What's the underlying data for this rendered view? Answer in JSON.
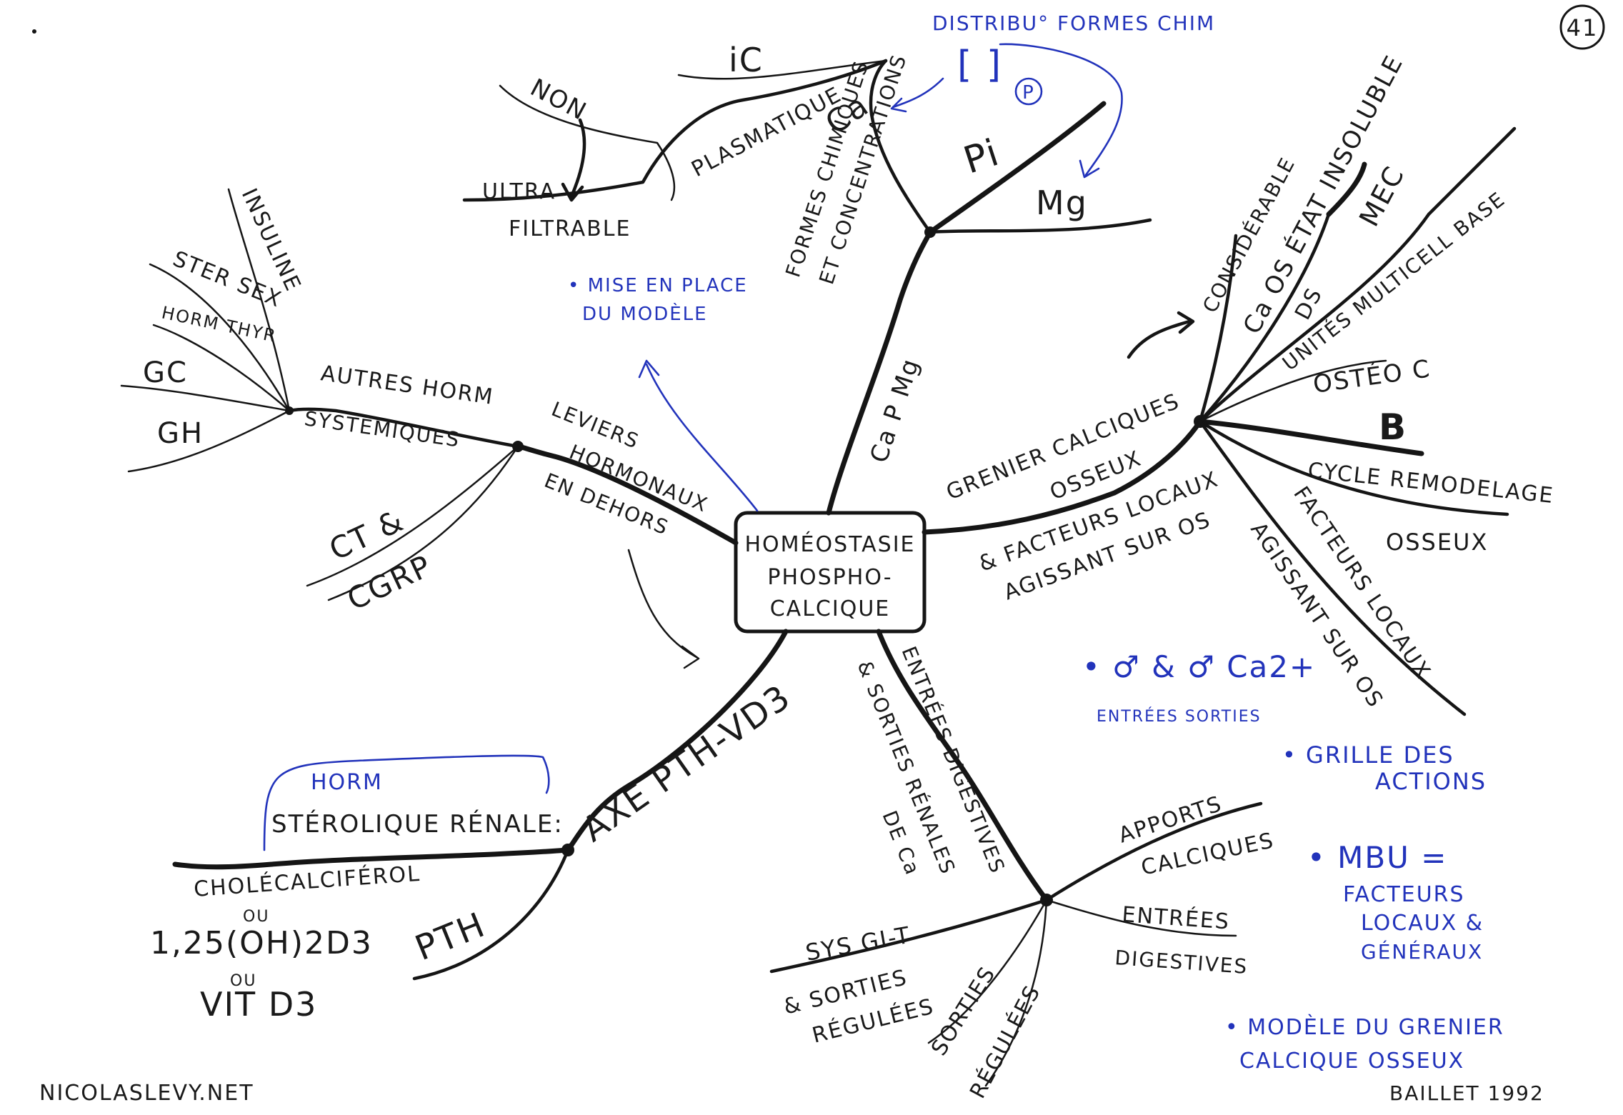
{
  "page_number": "41",
  "center": {
    "lines": [
      "HOMÉOSTASIE",
      "PHOSPHO-",
      "CALCIQUE"
    ]
  },
  "top_branch": {
    "label_lines": [
      "FORMES CHIMIQUES",
      "ET CONCENTRATIONS"
    ],
    "sub_label": "Ca P Mg",
    "Ca": "Ca",
    "ic": "iC",
    "plasmatique": "PLASMATIQUE",
    "non": "NON",
    "ultra": "ULTRA",
    "filtrable": "FILTRABLE",
    "Pi": "Pi",
    "Mg": "Mg",
    "distrib": "DISTRIBU° FORMES CHIM",
    "bracket": "[ ]",
    "P": "P"
  },
  "left_branch": {
    "label_lines": [
      "LEVIERS",
      "HORMONAUX"
    ],
    "below": "EN DEHORS",
    "autres": "AUTRES HORM",
    "systemiques": "SYSTÉMIQUES",
    "leaves": [
      "INSULINE",
      "STER SEX",
      "HORM THYR",
      "GC",
      "GH"
    ],
    "ct": "CT &",
    "cgrp": "CGRP"
  },
  "lower_left_branch": {
    "axe": "AXE PTH-VD3",
    "horm": "HORM",
    "sterolique": "STÉROLIQUE RÉNALE:",
    "chole": "CHOLÉCALCIFÉROL",
    "ou1": "OU",
    "dihydroxy": "1,25(OH)2D3",
    "ou2": "OU",
    "vitd3": "VIT D3",
    "pth": "PTH"
  },
  "bottom_branch": {
    "label_a": "ENTRÉES DIGESTIVES",
    "label_b": "& SORTIES RÉNALES",
    "label_c": "DE Ca",
    "apports": "APPORTS",
    "calciques": "CALCIQUES",
    "entrees": "ENTRÉES",
    "digestives": "DIGESTIVES",
    "sys": "SYS GI-T",
    "sorties_regulees": "& SORTIES",
    "regulees": "RÉGULÉES",
    "sorties2": "SORTIES",
    "regulees2": "RÉGULÉES"
  },
  "right_branch": {
    "label_lines": [
      "GRENIER CALCIQUES",
      "OSSEUX"
    ],
    "below_lines": [
      "& FACTEURS LOCAUX",
      "AGISSANT SUR OS"
    ],
    "leaves": [
      "CONSIDÉRABLE",
      "Ca OS ÉTAT INSOLUBLE",
      "MEC",
      "DS",
      "UNITÉS MULTICELL BASE",
      "OSTÉO C",
      "B",
      "CYCLE REMODELAGE",
      "OSSEUX"
    ],
    "facteurs": "FACTEURS LOCAUX",
    "agissant": "AGISSANT SUR OS"
  },
  "notes": {
    "mise_en_place": "• MISE EN PLACE",
    "du_modele": "DU MODÈLE",
    "gender_line": "• ♂ & ♂ Ca2+",
    "entrees_sorties": "ENTRÉES SORTIES",
    "grille": "• GRILLE DES",
    "actions": "ACTIONS",
    "mbu": "• MBU =",
    "facteurs": "FACTEURS",
    "locaux": "LOCAUX &",
    "generaux": "GÉNÉRAUX",
    "modele": "• MODÈLE DU GRENIER",
    "calcique_osseux": "CALCIQUE OSSEUX"
  },
  "footer": {
    "left": "NICOLASLEVY.NET",
    "right": "BAILLET 1992"
  },
  "colors": {
    "ink": "#151515",
    "blue_pen": "#2233bb"
  }
}
